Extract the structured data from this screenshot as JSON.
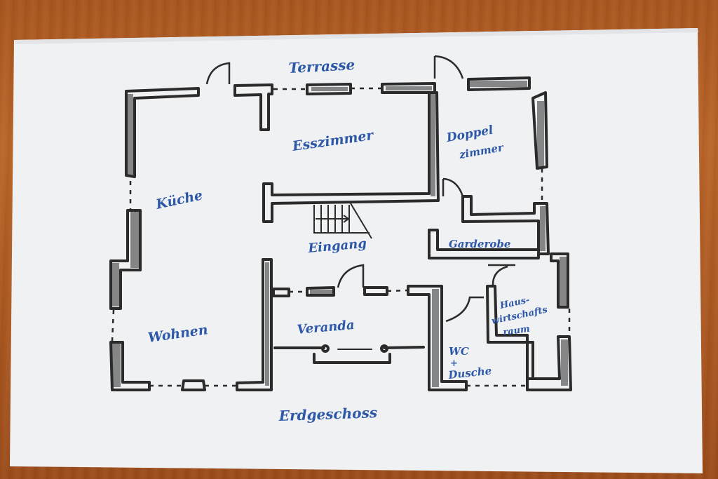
{
  "floor_plan": {
    "title": "Erdgeschoss",
    "rooms": {
      "terrasse": "Terrasse",
      "esszimmer": "Esszimmer",
      "doppelzimmer_line1": "Doppel",
      "doppelzimmer_line2": "zimmer",
      "kueche": "Küche",
      "eingang": "Eingang",
      "garderobe": "Garderobe",
      "wohnen": "Wohnen",
      "veranda": "Veranda",
      "hauswirtschaft_line1": "Haus-",
      "hauswirtschaft_line2": "wirtschafts",
      "hauswirtschaft_line3": "raum",
      "wc_line1": "WC",
      "wc_line2": "+",
      "wc_line3": "Dusche"
    },
    "colors": {
      "ink_walls": "#2b2b2b",
      "ink_labels": "#2d58a8",
      "paper": "#f1f2f4",
      "table": "#ad5a22"
    }
  }
}
